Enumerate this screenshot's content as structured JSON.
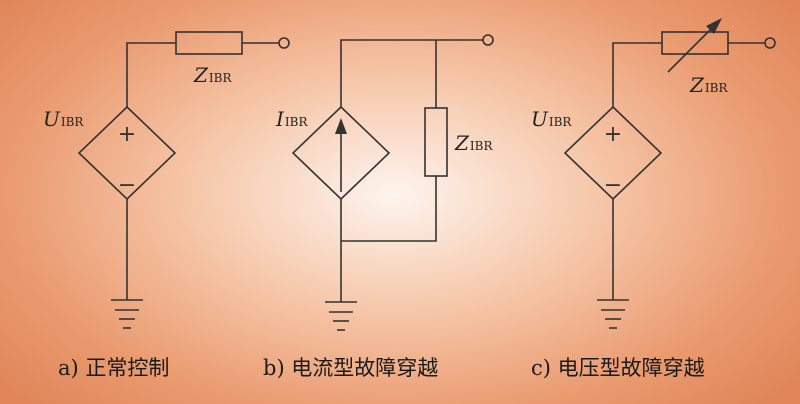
{
  "diagrams": [
    {
      "id": "a",
      "source_symbol": "U",
      "source_subscript": "IBR",
      "impedance_symbol": "Z",
      "impedance_subscript": "IBR",
      "plus_sign": "+",
      "minus_sign": "−",
      "caption": "a) 正常控制"
    },
    {
      "id": "b",
      "source_symbol": "I",
      "source_subscript": "IBR",
      "impedance_symbol": "Z",
      "impedance_subscript": "IBR",
      "caption": "b) 电流型故障穿越"
    },
    {
      "id": "c",
      "source_symbol": "U",
      "source_subscript": "IBR",
      "impedance_symbol": "Z",
      "impedance_subscript": "IBR",
      "plus_sign": "+",
      "minus_sign": "−",
      "caption": "c) 电压型故障穿越"
    }
  ],
  "colors": {
    "background_center": "#fdf4ee",
    "background_edge": "#e0855a",
    "line": "#333333"
  }
}
